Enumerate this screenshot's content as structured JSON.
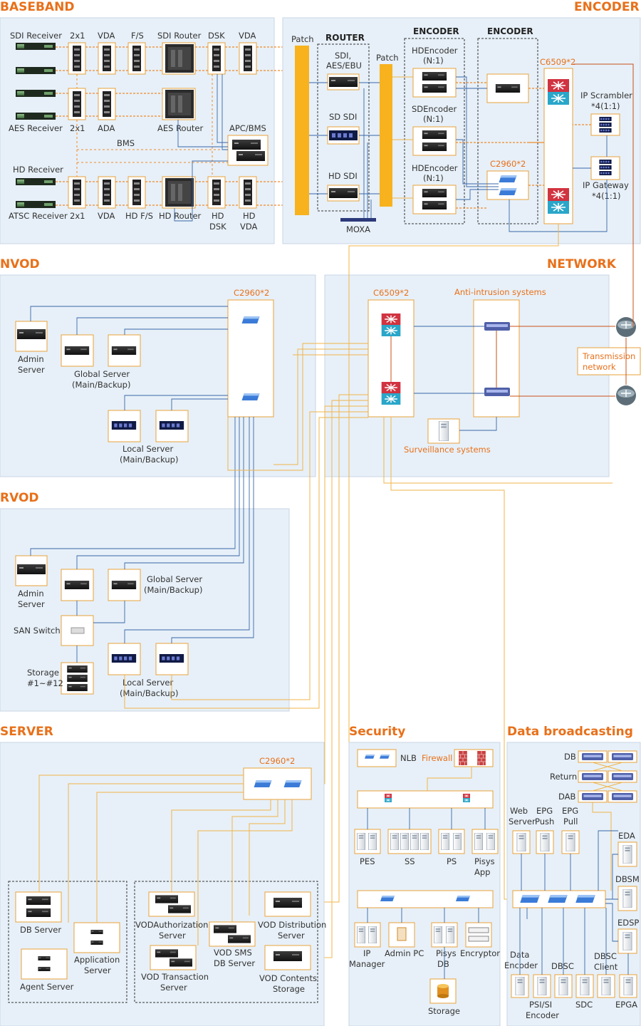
{
  "colors": {
    "accent": "#e8701a",
    "panel": "#e7f0f8",
    "wire": "#f0b54a",
    "link": "#3a66a8"
  },
  "sections": {
    "baseband": "BASEBAND",
    "encoder": "ENCODER",
    "nvod": "NVOD",
    "network": "NETWORK",
    "rvod": "RVOD",
    "server": "SERVER",
    "security": "Security",
    "data": "Data broadcasting"
  },
  "baseband": {
    "sdi_receiver": "SDI Receiver",
    "aes_receiver": "AES Receiver",
    "hd_receiver": "HD Receiver",
    "atsc_receiver": "ATSC Receiver",
    "c_2x1": "2x1",
    "c_vda": "VDA",
    "c_fs": "F/S",
    "c_sdi_router": "SDI Router",
    "c_dsk": "DSK",
    "c_vda2": "VDA",
    "c_2x1_b": "2x1",
    "c_ada": "ADA",
    "aes_router": "AES Router",
    "apc_bms": "APC/BMS",
    "bms": "BMS",
    "c_2x1_c": "2x1",
    "c_vda_c": "VDA",
    "hd_fs": "HD F/S",
    "hd_router": "HD Router",
    "hd_dsk_1": "HD",
    "hd_dsk_2": "DSK",
    "hd_vda_1": "HD",
    "hd_vda_2": "VDA"
  },
  "encoder": {
    "patch1": "Patch",
    "router": "ROUTER",
    "sdi_aes_1": "SDI,",
    "sdi_aes_2": "AES/EBU",
    "sd_sdi": "SD SDI",
    "hd_sdi": "HD SDI",
    "moxa": "MOXA",
    "patch2": "Patch",
    "enc_group1": "ENCODER",
    "enc_group2": "ENCODER",
    "hd_enc_1": "HDEncoder",
    "hd_enc_1b": "(N:1)",
    "sd_enc": "SDEncoder",
    "sd_enc_b": "(N:1)",
    "hd_enc_2": "HDEncoder",
    "hd_enc_2b": "(N:1)",
    "c2960": "C2960*2",
    "c6509": "C6509*2",
    "ip_scr_1": "IP Scrambler",
    "ip_scr_2": "*4(1:1)",
    "ip_gw_1": "IP Gateway",
    "ip_gw_2": "*4(1:1)"
  },
  "nvod": {
    "c2960": "C2960*2",
    "admin_1": "Admin",
    "admin_2": "Server",
    "global_1": "Global Server",
    "global_2": "(Main/Backup)",
    "local_1": "Local  Server",
    "local_2": "(Main/Backup)"
  },
  "network": {
    "c6509": "C6509*2",
    "anti": "Anti-intrusion systems",
    "trans_1": "Transmission",
    "trans_2": "network",
    "surveillance": "Surveillance systems"
  },
  "rvod": {
    "admin_1": "Admin",
    "admin_2": "Server",
    "global_1": "Global Server",
    "global_2": "(Main/Backup)",
    "san": "SAN Switch",
    "storage_1": "Storage",
    "storage_2": "#1~#12",
    "local_1": "Local  Server",
    "local_2": "(Main/Backup)"
  },
  "server": {
    "c2960": "C2960*2",
    "db": "DB Server",
    "app_1": "Application",
    "app_2": "Server",
    "agent": "Agent Server",
    "vod_auth_1": "VODAuthorization",
    "vod_auth_2": "Server",
    "vod_sms_1": "VOD SMS",
    "vod_sms_2": "DB Server",
    "vod_dist_1": "VOD Distribution",
    "vod_dist_2": "Server",
    "vod_tx_1": "VOD Transaction",
    "vod_tx_2": "Server",
    "vod_cs_1": "VOD Contents",
    "vod_cs_2": "Storage"
  },
  "security": {
    "nlb": "NLB",
    "firewall": "Firewall",
    "pes": "PES",
    "ss": "SS",
    "ps": "PS",
    "pisys_app_1": "Pisys",
    "pisys_app_2": "App",
    "ip_manager_1": "IP",
    "ip_manager_2": "Manager",
    "admin_pc": "Admin  PC",
    "pisys_db_1": "Pisys",
    "pisys_db_2": "DB",
    "encryptor": "Encryptor",
    "storage": "Storage"
  },
  "data": {
    "db": "DB",
    "return": "Return",
    "dab": "DAB",
    "web_1": "Web",
    "web_2": "Server",
    "push_1": "EPG",
    "push_2": "Push",
    "pull_1": "EPG",
    "pull_2": "Pull",
    "eda": "EDA",
    "dbsm": "DBSM",
    "edsp": "EDSP",
    "data_enc_1": "Data",
    "data_enc_2": "Encoder",
    "dbsc": "DBSC",
    "dbsc_client_1": "DBSC",
    "dbsc_client_2": "Client",
    "psi_1": "PSI/SI",
    "psi_2": "Encoder",
    "sdc": "SDC",
    "epga": "EPGA"
  }
}
